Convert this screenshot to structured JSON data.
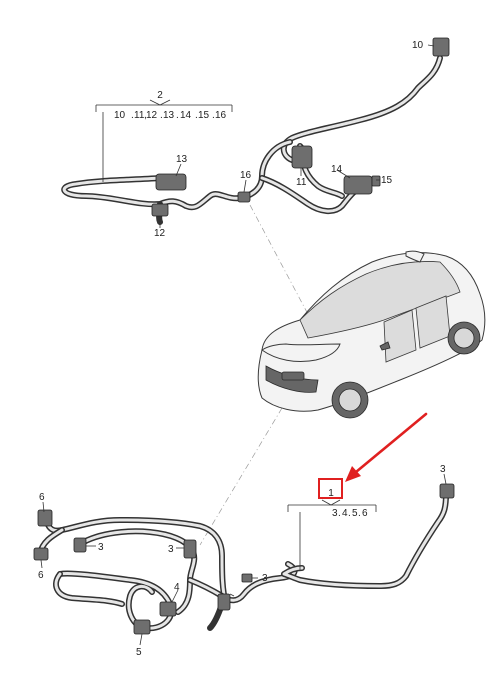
{
  "callouts": {
    "group_top": {
      "number": "2",
      "items": [
        "10",
        "11",
        "12",
        "13",
        "14",
        "15",
        "16"
      ]
    },
    "group_bottom": {
      "number": "1",
      "items": [
        "3",
        "4",
        "5",
        "6"
      ]
    },
    "labels": {
      "c10": "10",
      "c13": "13",
      "c12": "12",
      "c16": "16",
      "c11": "11",
      "c14": "14",
      "c15": "15",
      "c6a": "6",
      "c6b": "6",
      "c3a": "3",
      "c3b": "3",
      "c3c": "3",
      "c3d": "3",
      "c4": "4",
      "c5": "5"
    }
  },
  "highlight": {
    "color": "#e02020",
    "target": "1"
  }
}
